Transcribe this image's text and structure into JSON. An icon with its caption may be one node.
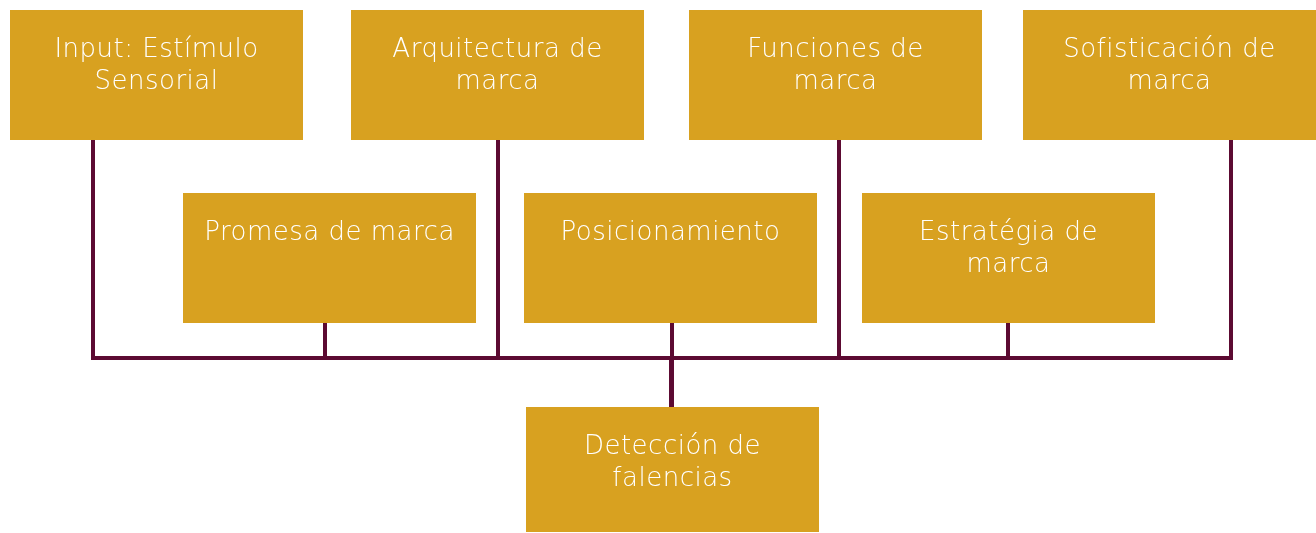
{
  "diagram": {
    "nodes": [
      {
        "text": [
          "Input: Estímulo Sensorial"
        ]
      },
      {
        "text": [
          "Arquitectura de marca"
        ]
      },
      {
        "text": [
          "Funciones de marca"
        ]
      },
      {
        "text": [
          "Sofisticación de marca"
        ]
      },
      {
        "text": [
          "Promesa de marca"
        ]
      },
      {
        "text": [
          "Posicionamiento"
        ]
      },
      {
        "text": [
          "Estratégia de marca"
        ]
      },
      {
        "text": [
          "Detección de falencias"
        ]
      }
    ],
    "edges": [
      {
        "from": 0,
        "to": 7,
        "arrow": "none"
      },
      {
        "from": 4,
        "to": 7,
        "arrow": "none"
      },
      {
        "from": 1,
        "to": 7,
        "arrow": "none"
      },
      {
        "from": 5,
        "to": 7,
        "arrow": "none"
      },
      {
        "from": 2,
        "to": 7,
        "arrow": "none"
      },
      {
        "from": 6,
        "to": 7,
        "arrow": "none"
      },
      {
        "from": 3,
        "to": 7,
        "arrow": "none"
      }
    ]
  }
}
